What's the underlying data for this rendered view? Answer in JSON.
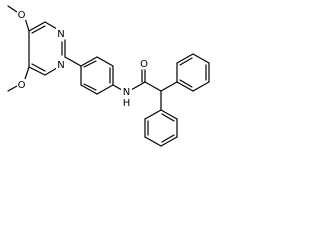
{
  "molecule": {
    "atoms": {
      "o_top": "O",
      "o_bottom": "O",
      "n_ring_top": "N",
      "n_ring_bottom": "N",
      "o_carbonyl": "O",
      "n_amide": "N",
      "h_amide": "H"
    }
  },
  "colors": {
    "bond": "#000000",
    "label": "#000000",
    "background": "#ffffff"
  }
}
